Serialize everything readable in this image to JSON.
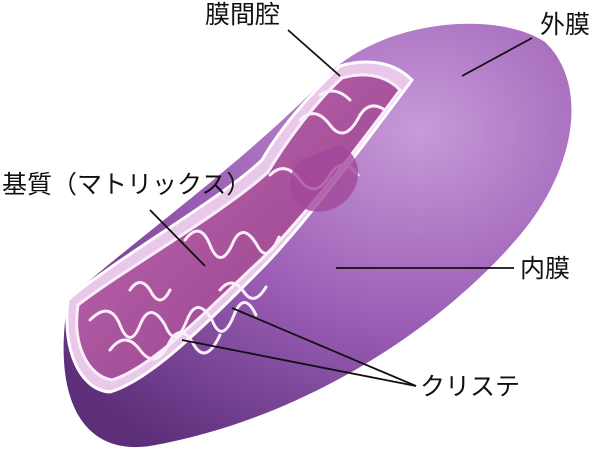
{
  "labels": {
    "intermembrane_space": "膜間腔",
    "outer_membrane": "外膜",
    "matrix": "基質（マトリックス）",
    "inner_membrane": "内膜",
    "cristae": "クリステ"
  },
  "colors": {
    "outer": "#a065b8",
    "outer_dark": "#6e3a8a",
    "inner": "#b1509e",
    "cavity": "#c77fbd",
    "membrane": "#f5e6f5"
  }
}
